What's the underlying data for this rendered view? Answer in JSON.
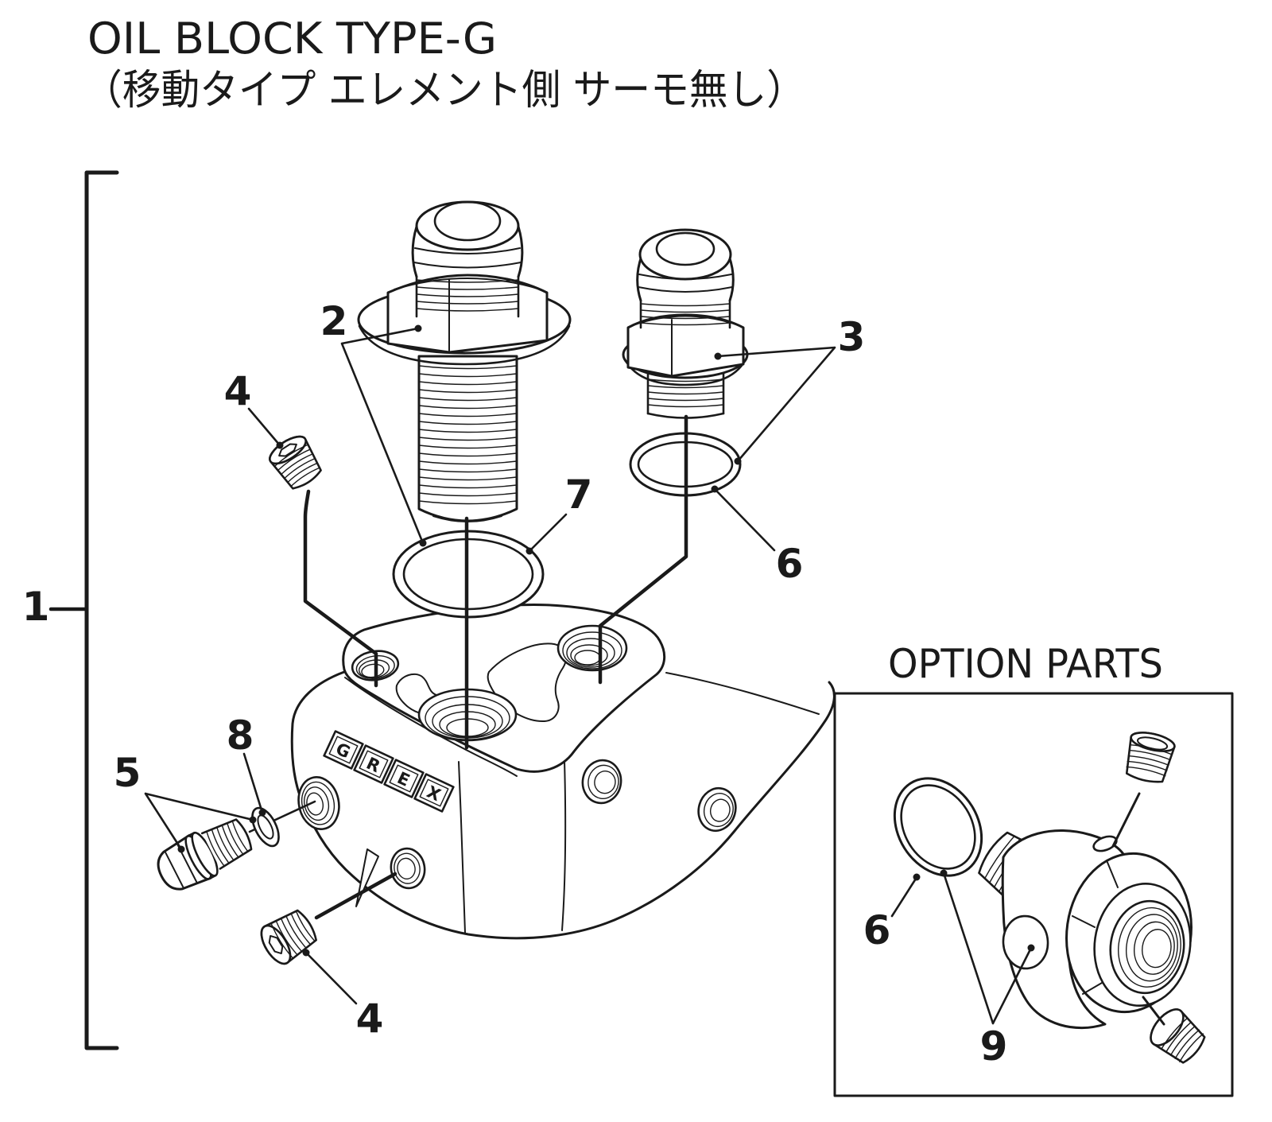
{
  "title": {
    "line1": "OIL BLOCK TYPE-G",
    "line2": "（移動タイプ エレメント側 サーモ無し）"
  },
  "option_panel": {
    "title": "OPTION PARTS",
    "oring_label": "6",
    "plugs_label": "9"
  },
  "callouts": {
    "kit_bracket": "1",
    "element_nipple": "2",
    "an_fitting": "3",
    "socket_plug_upper": "4",
    "socket_plug_lower": "4",
    "drain_hex_plug": "5",
    "oring_fitting": "6",
    "oring_center": "7",
    "plug_washer": "8"
  },
  "block_logo": {
    "l1": "G",
    "l2": "R",
    "l3": "E",
    "l4": "X"
  },
  "colors": {
    "ink": "#1a1a1a",
    "paper": "#ffffff"
  }
}
